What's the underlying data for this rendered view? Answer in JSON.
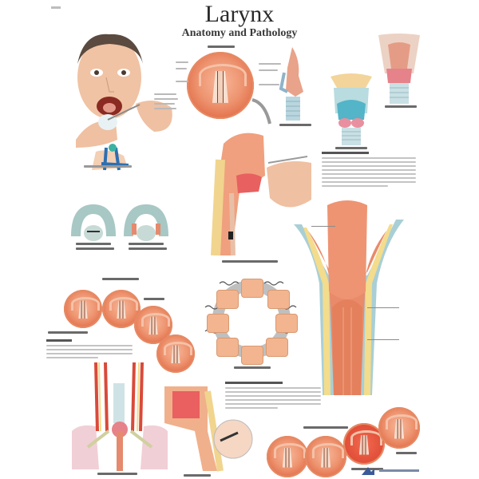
{
  "poster": {
    "title": "Larynx",
    "subtitle": "Anatomy and Pathology",
    "background": "#ffffff",
    "colors": {
      "tissue": "#ee9470",
      "tissue_dark": "#d8623e",
      "cartilage_blue": "#a9cfd6",
      "fat_yellow": "#f3dc8c",
      "vessel_red": "#d94a3a",
      "vein_blue": "#2e6fb0",
      "caption_gray": "#555555"
    }
  },
  "panels": [
    {
      "id": "patient-laryngoscopy",
      "description": "Patient face with open mouth, indirect laryngoscopy with mirror; lymph nodes of neck shown",
      "caption_legible": false
    },
    {
      "id": "mirror-view",
      "description": "Circular laryngoscopic mirror view of vocal folds with mirror handle",
      "caption_legible": false
    },
    {
      "id": "larynx-side-view",
      "description": "Larynx cartilage, lateral view",
      "caption_legible": false
    },
    {
      "id": "larynx-front-view",
      "description": "Larynx from the front, thyroid/cricoid cartilages (blue) and trachea",
      "caption_legible": false
    },
    {
      "id": "larynx-back-view",
      "description": "Larynx from behind, muscles",
      "caption_legible": false
    },
    {
      "id": "anatomy-text-block",
      "description": "Paragraph text block: structure and function",
      "caption_legible": false
    },
    {
      "id": "sagittal-head-section",
      "description": "Sagittal section of head and neck with laryngoscope",
      "caption_legible": false
    },
    {
      "id": "muscle-function-diagrams",
      "description": "Two superior views of laryngeal cartilages showing muscle function",
      "caption_legible": false
    },
    {
      "id": "vocal-fold-positions",
      "description": "Series of four circular views of glottis positions",
      "caption_legible": false
    },
    {
      "id": "vocal-fold-vibration-cycle",
      "description": "Ring diagram of vocal fold vibration phases with waveforms",
      "caption_legible": false
    },
    {
      "id": "larynx-coronal-section",
      "description": "Large coronal section of larynx and trachea",
      "caption_legible": false
    },
    {
      "id": "vagus-nerve-diagram",
      "description": "Vagus / recurrent laryngeal nerve path with lungs and arteries",
      "caption_legible": false
    },
    {
      "id": "surgical-sagittal-view",
      "description": "Sagittal view of larynx with magnified inset circle",
      "caption_legible": false
    },
    {
      "id": "pathology-views",
      "description": "Row of four circular laryngoscopic pathology views",
      "caption_legible": false
    },
    {
      "id": "publisher-logo",
      "description": "Publisher logo and address text, bottom right",
      "caption_legible": false
    }
  ]
}
